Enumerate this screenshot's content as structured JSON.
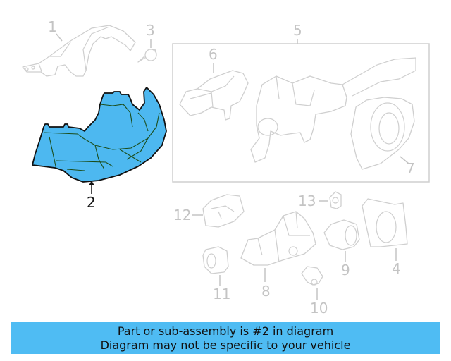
{
  "diagram": {
    "highlight_color": "#4fbcf3",
    "highlighted_part": "2",
    "callouts": [
      {
        "id": "1",
        "label": "1"
      },
      {
        "id": "2",
        "label": "2"
      },
      {
        "id": "3",
        "label": "3"
      },
      {
        "id": "4",
        "label": "4"
      },
      {
        "id": "5",
        "label": "5"
      },
      {
        "id": "6",
        "label": "6"
      },
      {
        "id": "7",
        "label": "7"
      },
      {
        "id": "8",
        "label": "8"
      },
      {
        "id": "9",
        "label": "9"
      },
      {
        "id": "10",
        "label": "10"
      },
      {
        "id": "11",
        "label": "11"
      },
      {
        "id": "12",
        "label": "12"
      },
      {
        "id": "13",
        "label": "13"
      }
    ]
  },
  "banner": {
    "line1": "Part or sub-assembly is #2 in diagram",
    "line2": "Diagram may not be specific to your vehicle",
    "background": "#4fbcf3"
  }
}
